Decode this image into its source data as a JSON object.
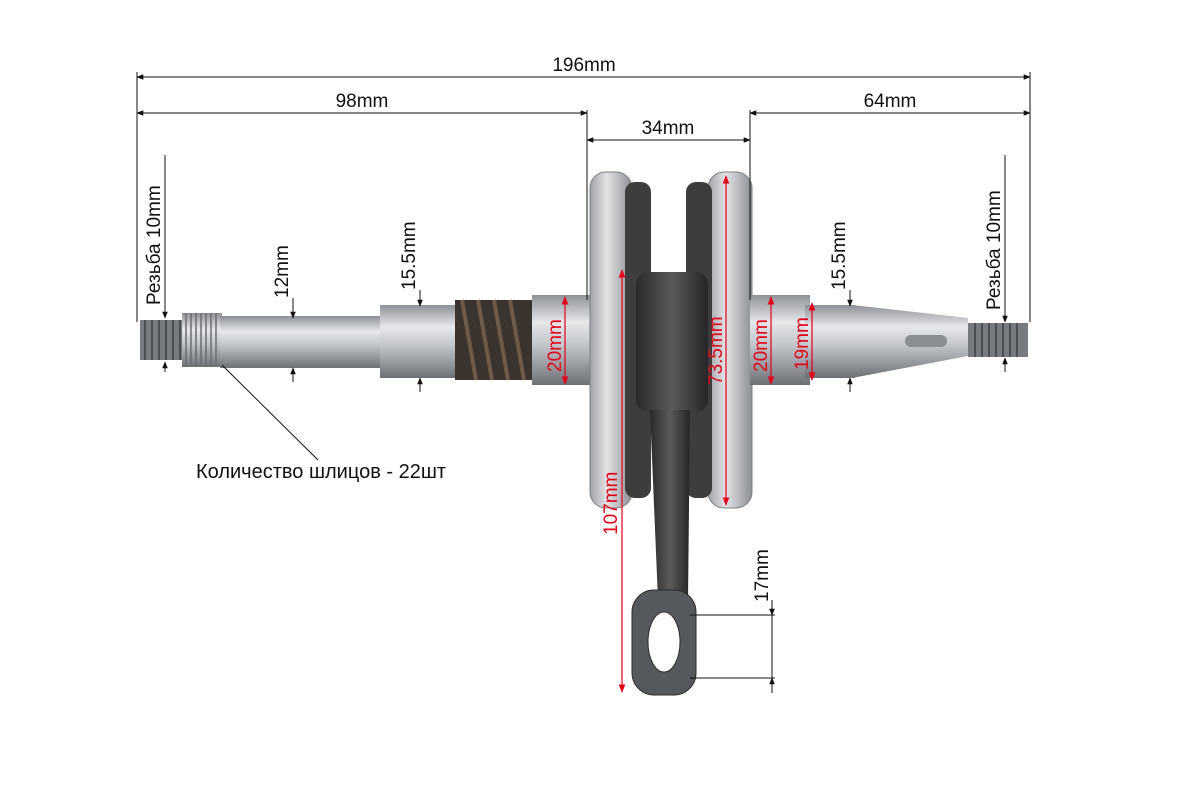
{
  "dimensions": {
    "overall_length": "196mm",
    "left_length": "98mm",
    "right_length": "64mm",
    "web_width": "34mm",
    "left_thread": "Резьба 10mm",
    "right_thread": "Резьба 10mm",
    "left_spline_dia": "12mm",
    "left_bearing_dia": "15.5mm",
    "right_bearing_dia": "15.5mm",
    "left_seat_dia": "20mm",
    "right_seat_dia": "20mm",
    "right_step_dia": "19mm",
    "web_diameter": "73.5mm",
    "rod_length": "107mm",
    "small_end_dia": "17mm"
  },
  "notes": {
    "spline_count": "Количество шлицов - 22шт"
  },
  "colors": {
    "dimension_black": "#111111",
    "dimension_red": "#e3001b",
    "steel": "#b9bcc0",
    "rod": "#3a3a3a"
  }
}
